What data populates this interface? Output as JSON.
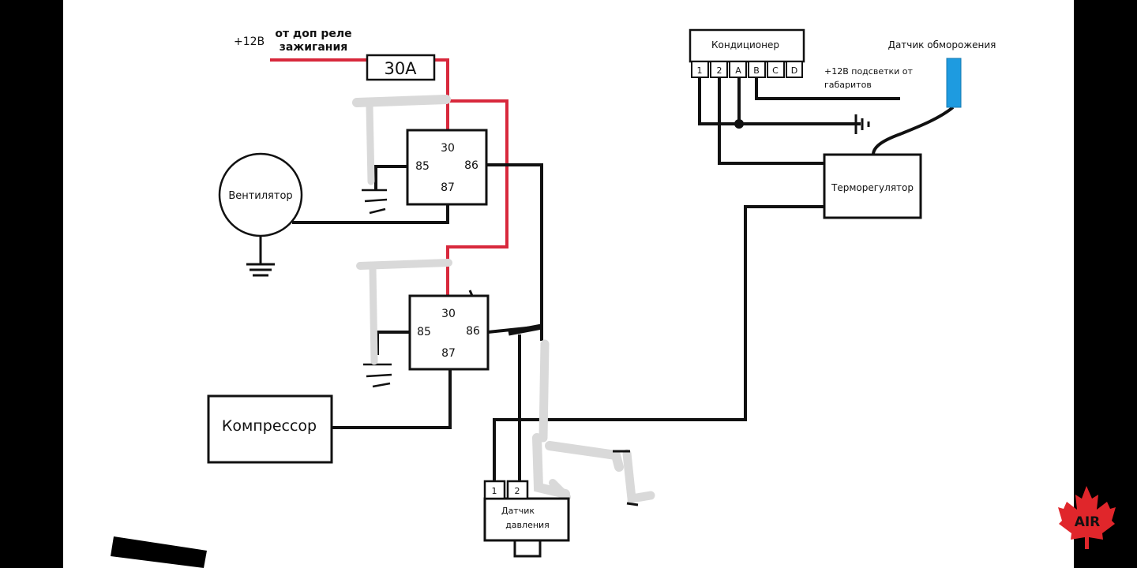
{
  "supply": {
    "plus12v": "+12В",
    "source_line1": "от доп реле",
    "source_line2": "зажигания"
  },
  "fuse": {
    "label": "30A"
  },
  "relay_fan": {
    "pin30": "30",
    "pin85": "85",
    "pin86": "86",
    "pin87": "87"
  },
  "relay_compressor": {
    "pin30": "30",
    "pin85": "85",
    "pin86": "86",
    "pin87": "87"
  },
  "fan": {
    "label": "Вентилятор"
  },
  "compressor": {
    "label": "Компрессор"
  },
  "ac_unit": {
    "label": "Кондиционер",
    "pins": [
      "1",
      "2",
      "A",
      "B",
      "C",
      "D"
    ]
  },
  "backlight": {
    "line1": "+12В подсветки от",
    "line2": "габаритов"
  },
  "frost_sensor": {
    "label": "Датчик обморожения",
    "color": "#1e9be0"
  },
  "thermostat": {
    "label": "Терморегулятор"
  },
  "pressure_sensor": {
    "pins": [
      "1",
      "2"
    ],
    "line1": "Датчик",
    "line2": "давления"
  },
  "logo": {
    "text": "AIR",
    "color": "#e0262b"
  },
  "colors": {
    "wire_power": "#d8283c",
    "wire_signal": "#111111",
    "erased": "#d9d9d9"
  }
}
